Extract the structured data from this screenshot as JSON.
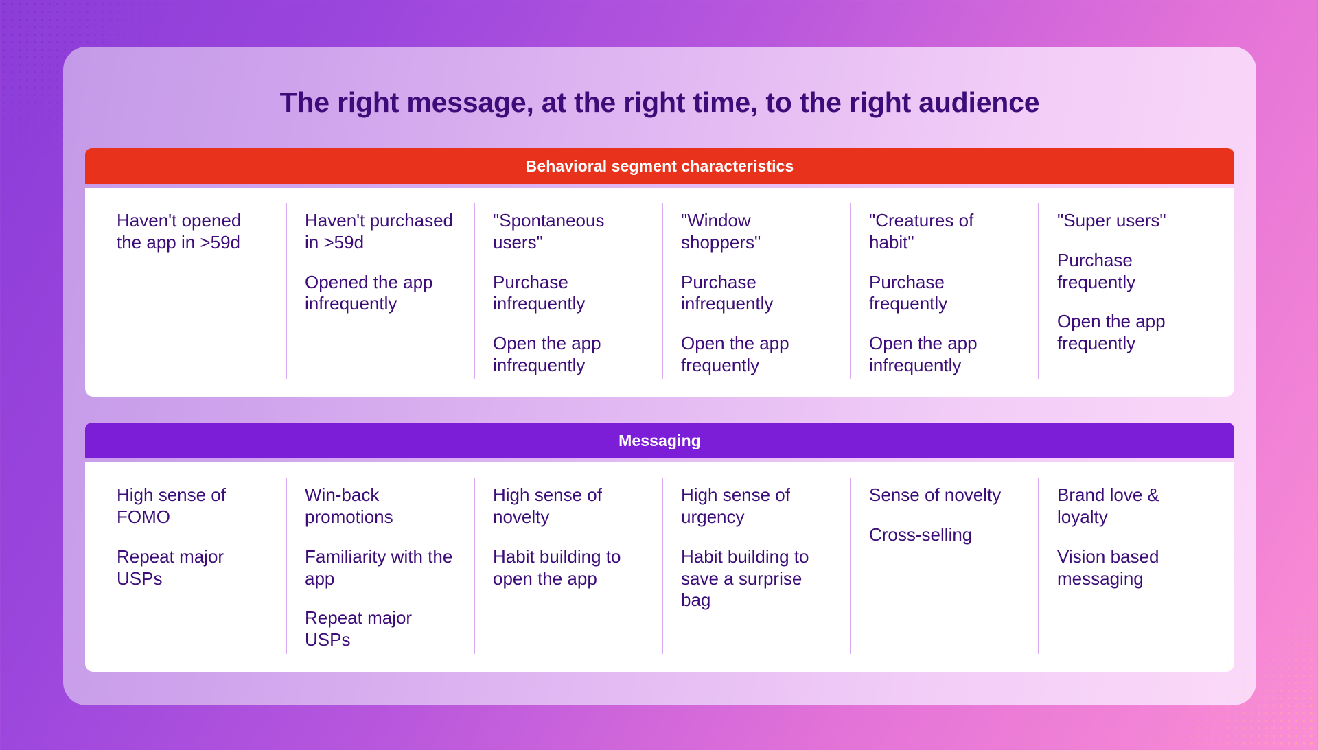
{
  "theme": {
    "background_purple": "#8c3cd8",
    "background_pink": "#fb8ed4",
    "card_gradient_start": "#c49ae8",
    "card_gradient_end": "#fbd9f9",
    "band_red": "#e8321c",
    "band_violet": "#7c1dd8",
    "text_purple": "#3c0c78",
    "divider_purple": "#d9aaf0"
  },
  "title": "The right message, at the right time, to the right audience",
  "sections": [
    {
      "band_label": "Behavioral segment characteristics",
      "columns": [
        {
          "items": [
            "Haven't opened the app in >59d"
          ]
        },
        {
          "items": [
            "Haven't purchased in >59d",
            "Opened the app infrequently"
          ]
        },
        {
          "items": [
            "\"Spontaneous users\"",
            "Purchase infrequently",
            "Open the app infrequently"
          ]
        },
        {
          "items": [
            "\"Window shoppers\"",
            "Purchase infrequently",
            "Open the app frequently"
          ]
        },
        {
          "items": [
            "\"Creatures of habit\"",
            "Purchase frequently",
            "Open the app infrequently"
          ]
        },
        {
          "items": [
            "\"Super users\"",
            "Purchase frequently",
            "Open the app frequently"
          ]
        }
      ]
    },
    {
      "band_label": "Messaging",
      "columns": [
        {
          "items": [
            "High sense of FOMO",
            "Repeat major USPs"
          ]
        },
        {
          "items": [
            "Win-back promotions",
            "Familiarity with the app",
            "Repeat major USPs"
          ]
        },
        {
          "items": [
            "High sense of novelty",
            "Habit building to open the app"
          ]
        },
        {
          "items": [
            "High sense of urgency",
            "Habit building to save a surprise bag"
          ]
        },
        {
          "items": [
            "Sense of novelty",
            "Cross-selling"
          ]
        },
        {
          "items": [
            "Brand love & loyalty",
            "Vision based messaging"
          ]
        }
      ]
    }
  ]
}
